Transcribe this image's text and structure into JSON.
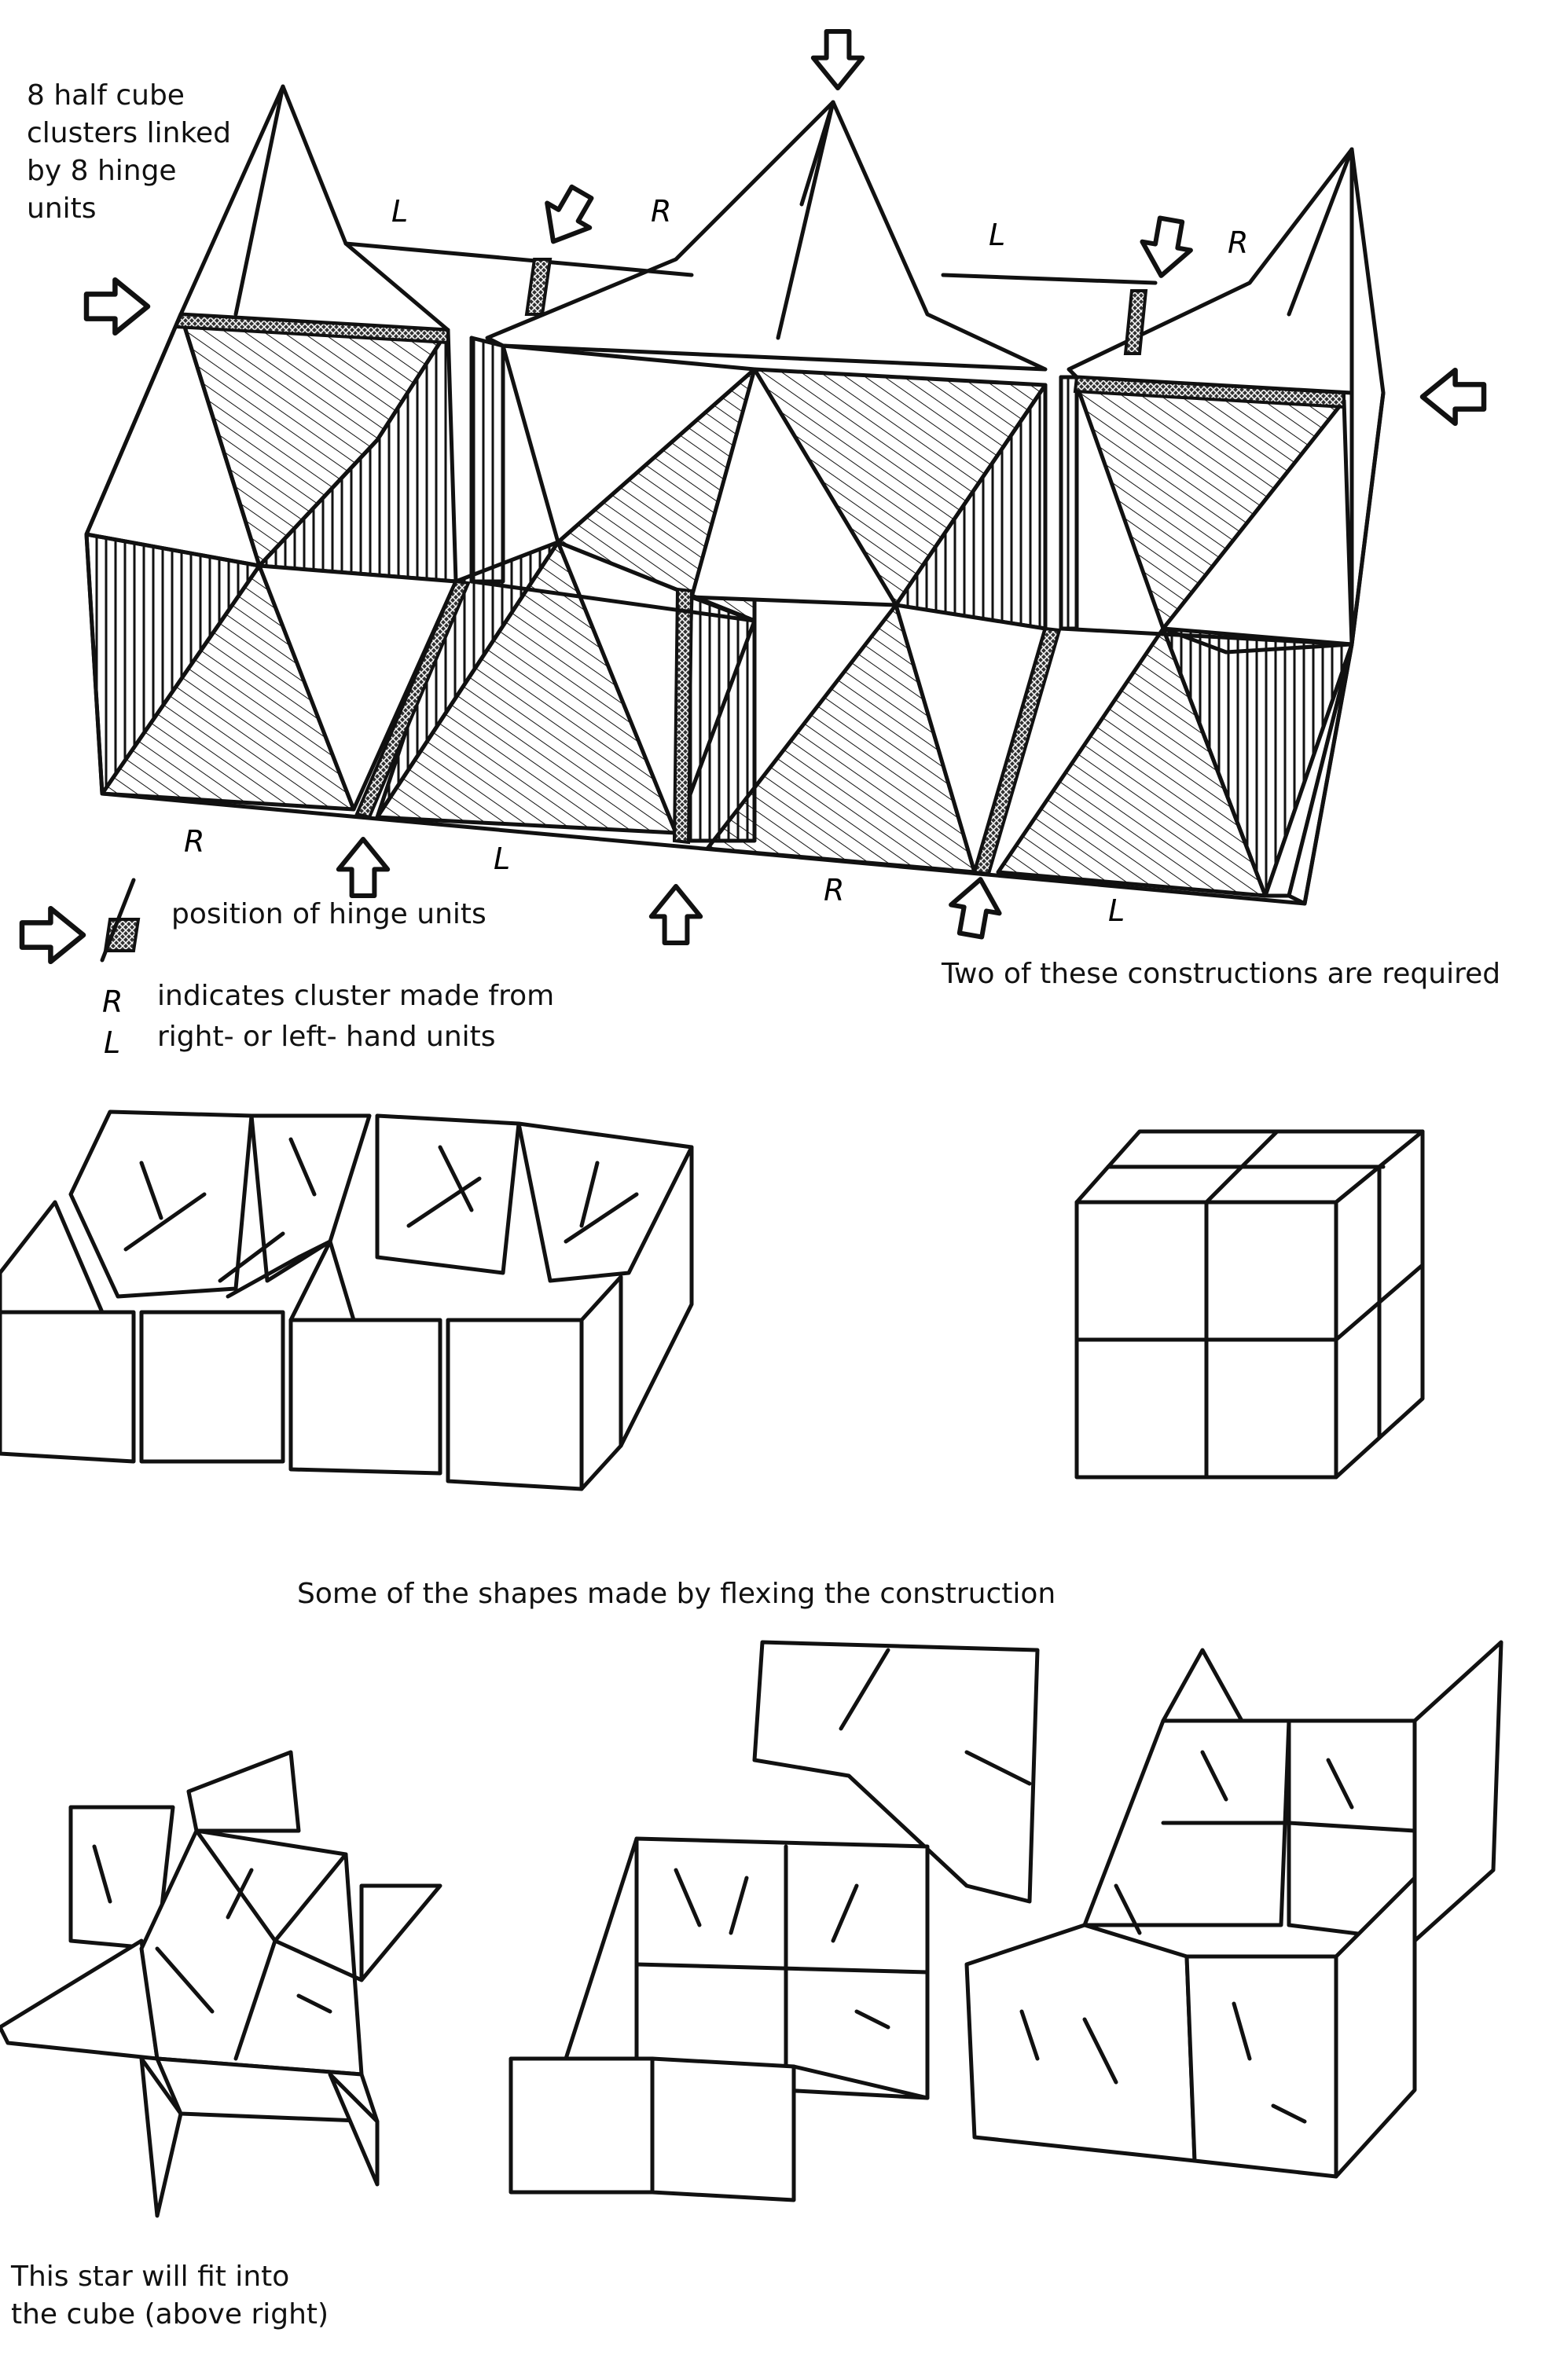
{
  "labels": {
    "top_note": "8 half cube\nclusters linked\nby 8 hinge\nunits",
    "hinge_position": "position of hinge units",
    "r_indicates": "indicates cluster made from",
    "hand_units": "right- or left- hand units",
    "two_required": "Two of these constructions are required",
    "shapes_caption": "Some of the shapes made by flexing the construction",
    "star_note": "This star will fit into\nthe cube (above right)"
  },
  "letters": {
    "L": "L",
    "R": "R"
  },
  "icons": [
    "arrow-icon",
    "hinge-icon"
  ]
}
